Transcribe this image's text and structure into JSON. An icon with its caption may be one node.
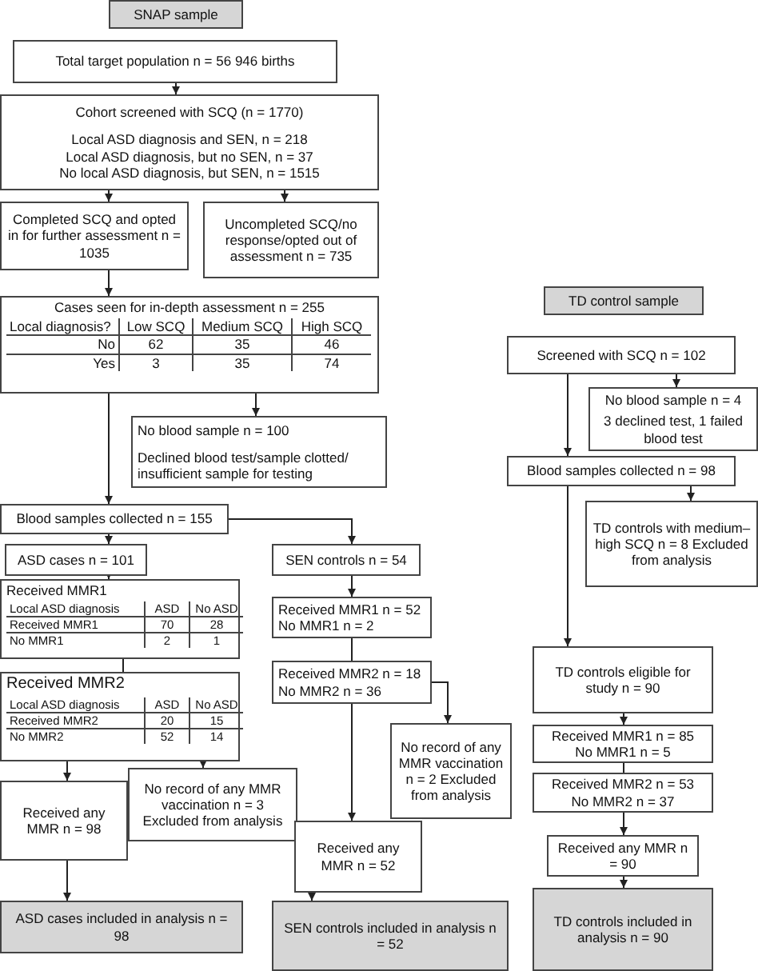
{
  "diagram": {
    "nodes": [
      {
        "text": [
          "SNAP sample"
        ]
      },
      {
        "text": [
          "Total target population n = 56 946 births"
        ]
      },
      {
        "text": [
          "Cohort screened with SCQ (n = 1770)",
          "Local ASD diagnosis and SEN, n = 218",
          "Local ASD diagnosis, but no SEN, n = 37",
          "No local ASD diagnosis, but SEN, n = 1515"
        ]
      },
      {
        "text": [
          "Completed SCQ and opted in for further assessment n = 1035"
        ]
      },
      {
        "text": [
          "Uncompleted SCQ/no response/opted out of assessment n = 735"
        ]
      },
      {
        "text": [
          "Cases seen for in-depth assessment n = 255"
        ]
      },
      {
        "text": [
          "No blood sample n = 100",
          "Declined blood test/sample clotted/ insufficient sample for testing"
        ]
      },
      {
        "text": [
          "Blood samples collected n = 155"
        ]
      },
      {
        "text": [
          "ASD cases n = 101"
        ]
      },
      {
        "text": [
          "SEN controls n = 54"
        ]
      },
      {
        "text": [
          "Received MMR1"
        ]
      },
      {
        "text": [
          "Received MMR2"
        ]
      },
      {
        "text": [
          "Received MMR1 n = 52",
          "No MMR1 n = 2"
        ]
      },
      {
        "text": [
          "Received MMR2 n = 18",
          "No MMR2 n = 36"
        ]
      },
      {
        "text": [
          "No record of any MMR vaccination n = 2 Excluded from analysis"
        ]
      },
      {
        "text": [
          "No record of any MMR vaccination n = 3 Excluded from analysis"
        ]
      },
      {
        "text": [
          "Received any MMR n = 98"
        ]
      },
      {
        "text": [
          "Received any MMR n = 52"
        ]
      },
      {
        "text": [
          "ASD cases included in analysis n = 98"
        ]
      },
      {
        "text": [
          "SEN controls included in analysis n = 52"
        ]
      },
      {
        "text": [
          "TD control sample"
        ]
      },
      {
        "text": [
          "Screened with SCQ n = 102"
        ]
      },
      {
        "text": [
          "No blood sample n = 4",
          "3 declined test, 1 failed blood test"
        ]
      },
      {
        "text": [
          "Blood samples collected n = 98"
        ]
      },
      {
        "text": [
          "TD controls with medium–high SCQ n = 8 Excluded from analysis"
        ]
      },
      {
        "text": [
          "TD controls eligible for study n = 90"
        ]
      },
      {
        "text": [
          "Received MMR1 n = 85",
          "No MMR1 n = 5"
        ]
      },
      {
        "text": [
          "Received MMR2 n = 53",
          "No MMR2 n = 37"
        ]
      },
      {
        "text": [
          "Received any MMR n = 90"
        ]
      },
      {
        "text": [
          "TD controls included in analysis n = 90"
        ]
      }
    ],
    "edges": [
      {
        "from": 1,
        "to": 2,
        "arrow": "to"
      },
      {
        "from": 2,
        "to": 3,
        "arrow": "to"
      },
      {
        "from": 2,
        "to": 4,
        "arrow": "to"
      },
      {
        "from": 3,
        "to": 5,
        "arrow": "to"
      },
      {
        "from": 5,
        "to": 6,
        "arrow": "to"
      },
      {
        "from": 5,
        "to": 7,
        "arrow": "to"
      },
      {
        "from": 7,
        "to": 8,
        "arrow": "to"
      },
      {
        "from": 7,
        "to": 9,
        "arrow": "to"
      },
      {
        "from": 8,
        "to": 10,
        "arrow": "to"
      },
      {
        "from": 10,
        "to": 11,
        "arrow": "none"
      },
      {
        "from": 11,
        "to": 16,
        "arrow": "to"
      },
      {
        "from": 11,
        "to": 15,
        "arrow": "to"
      },
      {
        "from": 9,
        "to": 12,
        "arrow": "to"
      },
      {
        "from": 12,
        "to": 13,
        "arrow": "none"
      },
      {
        "from": 13,
        "to": 14,
        "arrow": "to"
      },
      {
        "from": 13,
        "to": 17,
        "arrow": "to"
      },
      {
        "from": 16,
        "to": 18,
        "arrow": "to"
      },
      {
        "from": 17,
        "to": 19,
        "arrow": "to"
      },
      {
        "from": 21,
        "to": 22,
        "arrow": "to"
      },
      {
        "from": 21,
        "to": 23,
        "arrow": "to"
      },
      {
        "from": 23,
        "to": 24,
        "arrow": "to"
      },
      {
        "from": 23,
        "to": 25,
        "arrow": "to"
      },
      {
        "from": 25,
        "to": 26,
        "arrow": "to"
      },
      {
        "from": 26,
        "to": 27,
        "arrow": "none"
      },
      {
        "from": 27,
        "to": 28,
        "arrow": "to"
      },
      {
        "from": 28,
        "to": 29,
        "arrow": "to"
      }
    ],
    "labels": [
      "Local diagnosis?",
      "Low SCQ",
      "Medium SCQ",
      "High SCQ",
      "No",
      "62",
      "35",
      "46",
      "Yes",
      "3",
      "35",
      "74",
      "Local ASD diagnosis",
      "ASD",
      "No ASD",
      "Received MMR1",
      "70",
      "28",
      "No MMR1",
      "2",
      "1",
      "Local ASD diagnosis",
      "ASD",
      "No ASD",
      "Received MMR2",
      "20",
      "15",
      "No MMR2",
      "52",
      "14"
    ]
  }
}
